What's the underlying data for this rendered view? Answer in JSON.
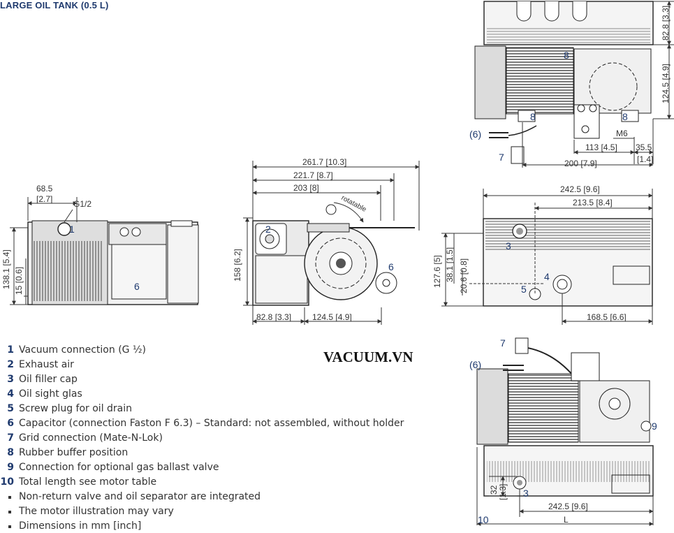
{
  "title": "LARGE OIL TANK (0.5 L)",
  "watermark": "VACUUM.VN",
  "legend": [
    {
      "num": "1",
      "text": "Vacuum connection (G ½)"
    },
    {
      "num": "2",
      "text": "Exhaust air"
    },
    {
      "num": "3",
      "text": "Oil filler cap"
    },
    {
      "num": "4",
      "text": "Oil sight glas"
    },
    {
      "num": "5",
      "text": "Screw plug for oil drain"
    },
    {
      "num": "6",
      "text": "Capacitor (connection Faston F 6.3) – Standard: not assembled, without holder"
    },
    {
      "num": "7",
      "text": "Grid connection (Mate-N-Lok)"
    },
    {
      "num": "8",
      "text": "Rubber buffer position"
    },
    {
      "num": "9",
      "text": "Connection for optional gas ballast valve"
    },
    {
      "num": "10",
      "text": "Total length see motor table"
    }
  ],
  "notes": [
    "Non-return valve and oil separator are integrated",
    "The motor illustration may vary",
    "Dimensions in mm [inch]"
  ],
  "views": {
    "left": {
      "dims": {
        "d1": "68.5",
        "d1_in": "[2.7]",
        "thread": "G1/2",
        "height": "138.1 [5.4]",
        "low": "15 [0.6]"
      },
      "markers": [
        "1",
        "6"
      ]
    },
    "front": {
      "dims": {
        "w1": "261.7 [10.3]",
        "w2": "221.7 [8.7]",
        "w3": "203 [8]",
        "h": "158 [6.2]",
        "b1": "82.8 [3.3]",
        "b2": "124.5 [4.9]",
        "note": "rotatable"
      },
      "markers": [
        "2",
        "6"
      ]
    },
    "right": {
      "dims": {
        "w1": "242.5 [9.6]",
        "w2": "213.5 [8.4]",
        "h1": "127.6 [5]",
        "h2": "38.1 [1.5]",
        "h3": "20.6 [0.8]",
        "b1": "168.5 [6.6]"
      },
      "markers": [
        "3",
        "4",
        "5"
      ]
    },
    "top": {
      "dims": {
        "r1": "82.8 [3.3]",
        "r2": "124.5 [4.9]",
        "thread": "M6",
        "b1": "113 [4.5]",
        "b2": "35.5",
        "b2_in": "[1.4]",
        "b3": "200 [7.9]"
      },
      "markers": [
        "8",
        "8",
        "8",
        "(6)",
        "7"
      ]
    },
    "bottom": {
      "dims": {
        "h": "32",
        "h_in": "[1.3]",
        "w": "242.5 [9.6]",
        "total": "L"
      },
      "markers": [
        "7",
        "(6)",
        "9",
        "3",
        "10"
      ]
    }
  },
  "colors": {
    "accent": "#1f3a6e",
    "line": "#333333",
    "fill": "#e6e6e6"
  }
}
